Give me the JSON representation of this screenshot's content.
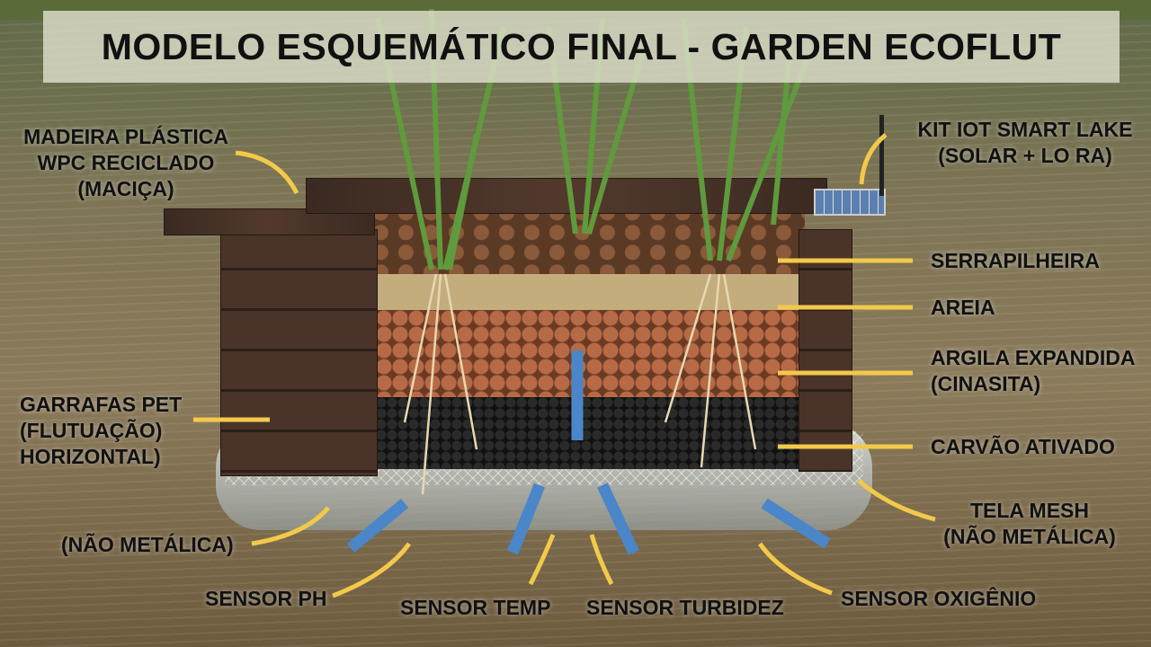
{
  "title": "MODELO ESQUEMÁTICO FINAL - GARDEN ECOFLUT",
  "labels": {
    "madeira": [
      "MADEIRA PLÁSTICA",
      "WPC RECICLADO",
      "(MACIÇA)"
    ],
    "kit": [
      "KIT IOT SMART LAKE",
      "(SOLAR + LO RA)"
    ],
    "serrapilheira": "SERRAPILHEIRA",
    "areia": "AREIA",
    "argila": [
      "ARGILA EXPANDIDA",
      "(CINASITA)"
    ],
    "carvao": "CARVÃO ATIVADO",
    "tela": [
      "TELA MESH",
      "(NÃO METÁLICA)"
    ],
    "garrafas": [
      "GARRAFAS PET",
      "(FLUTUAÇÃO)",
      "HORIZONTAL)"
    ],
    "nao_metalica": "(NÃO METÁLICA)",
    "sensor_ph": "SENSOR PH",
    "sensor_temp": "SENSOR TEMP",
    "sensor_turbidez": "SENSOR TURBIDEZ",
    "sensor_oxigenio": "SENSOR OXIGÊNIO"
  },
  "colors": {
    "arrow_yellow": "#f3c94a",
    "flow_blue": "#4a86c8"
  }
}
